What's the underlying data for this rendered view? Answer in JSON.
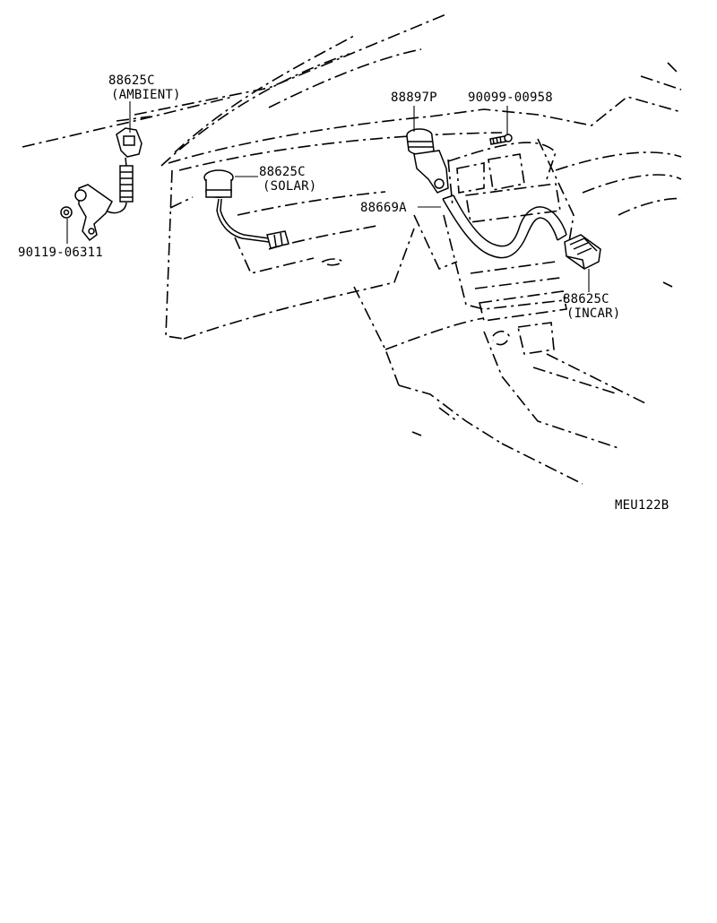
{
  "parts": {
    "ambient": {
      "number": "88625C",
      "name": "(AMBIENT)"
    },
    "bolt_left": {
      "number": "90119-06311"
    },
    "solar": {
      "number": "88625C",
      "name": "(SOLAR)"
    },
    "aspirator": {
      "number": "88897P"
    },
    "screw": {
      "number": "90099-00958"
    },
    "hose": {
      "number": "88669A"
    },
    "incar": {
      "number": "88625C",
      "name": "(INCAR)"
    }
  },
  "figure_code": "MEU122B"
}
